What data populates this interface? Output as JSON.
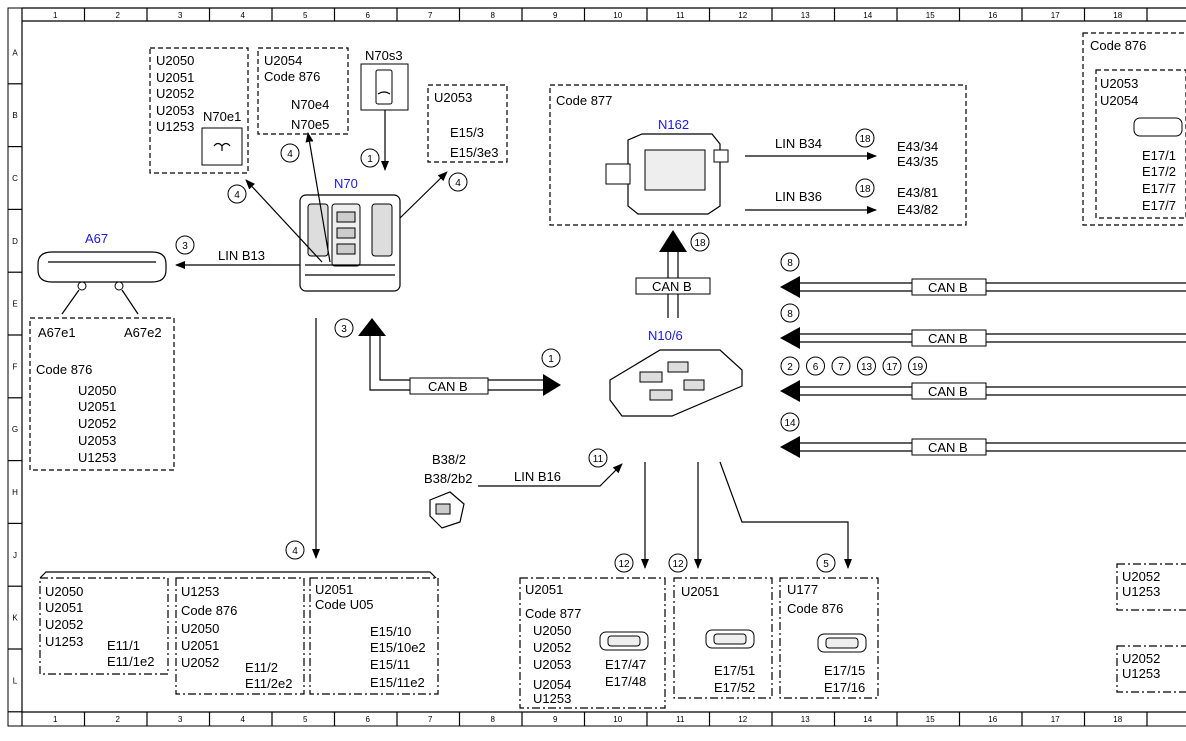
{
  "grid": {
    "columns": [
      "1",
      "2",
      "3",
      "4",
      "5",
      "6",
      "7",
      "8",
      "9",
      "10",
      "11",
      "12",
      "13",
      "14",
      "15",
      "16",
      "17",
      "18"
    ],
    "rows": [
      "A",
      "B",
      "C",
      "D",
      "E",
      "F",
      "G",
      "H",
      "J",
      "K",
      "L"
    ]
  },
  "components": {
    "a67": {
      "name": "A67",
      "e1": "A67e1",
      "e2": "A67e2"
    },
    "n70": {
      "name": "N70"
    },
    "n70s3": {
      "name": "N70s3"
    },
    "n70e1": {
      "name": "N70e1"
    },
    "n162": {
      "name": "N162"
    },
    "n10_6": {
      "name": "N10/6"
    },
    "b38": {
      "line1": "B38/2",
      "line2": "B38/2b2"
    }
  },
  "boxes": {
    "top_left": {
      "lines": [
        "U2050",
        "U2051",
        "U2052",
        "U2053",
        "U1253"
      ]
    },
    "top_mid": {
      "lines": [
        "U2054",
        "Code 876"
      ],
      "items": [
        "N70e4",
        "N70e5"
      ]
    },
    "top_u2053": {
      "title": "U2053",
      "items": [
        "E15/3",
        "E15/3e3"
      ]
    },
    "code877": {
      "title": "Code 877",
      "rows": [
        {
          "bus": "LIN B34",
          "circle": "18",
          "items": [
            "E43/34",
            "E43/35"
          ]
        },
        {
          "bus": "LIN B36",
          "circle": "18",
          "items": [
            "E43/81",
            "E43/82"
          ]
        }
      ]
    },
    "right_top": {
      "title": "Code 876",
      "codes": [
        "U2053",
        "U2054"
      ],
      "items": [
        "E17/1",
        "E17/2",
        "E17/7",
        "E17/7"
      ]
    },
    "a67_box": {
      "code": "Code 876",
      "lines": [
        "U2050",
        "U2051",
        "U2052",
        "U2053",
        "U1253"
      ]
    },
    "bottom1": {
      "lines": [
        "U2050",
        "U2051",
        "U2052",
        "U1253"
      ],
      "items": [
        "E11/1",
        "E11/1e2"
      ]
    },
    "bottom2": {
      "lines": [
        "U1253",
        "Code 876",
        "U2050",
        "U2051",
        "U2052"
      ],
      "items": [
        "E11/2",
        "E11/2e2"
      ]
    },
    "bottom3": {
      "lines": [
        "U2051",
        "Code U05"
      ],
      "items": [
        "E15/10",
        "E15/10e2",
        "E15/11",
        "E15/11e2"
      ]
    },
    "bottom4": {
      "lines": [
        "U2051",
        "Code 877",
        "U2050",
        "U2052",
        "U2053",
        "U2054",
        "U1253"
      ],
      "items": [
        "E17/47",
        "E17/48"
      ]
    },
    "bottom5": {
      "lines": [
        "U2051"
      ],
      "items": [
        "E17/51",
        "E17/52"
      ]
    },
    "bottom6": {
      "lines": [
        "U177",
        "Code 876"
      ],
      "items": [
        "E17/15",
        "E17/16"
      ]
    },
    "right_bot1": {
      "lines": [
        "U2052",
        "U1253"
      ]
    },
    "right_bot2": {
      "lines": [
        "U2052",
        "U1253"
      ]
    }
  },
  "buses": {
    "lin_b13": "LIN B13",
    "lin_b16": "LIN B16",
    "can_b": "CAN B"
  },
  "circles": {
    "n70s3": "1",
    "n70_left_top": "4",
    "n70_left": "4",
    "n70_right": "4",
    "a67": "3",
    "can_up": "3",
    "can_right": "1",
    "n70_down": "4",
    "n162_up": "18",
    "b38": "11",
    "can1": "8",
    "can2": "8",
    "can3": [
      "2",
      "6",
      "7",
      "13",
      "17",
      "19"
    ],
    "can4": "14",
    "out1": "12",
    "out2": "12",
    "out3": "5"
  }
}
